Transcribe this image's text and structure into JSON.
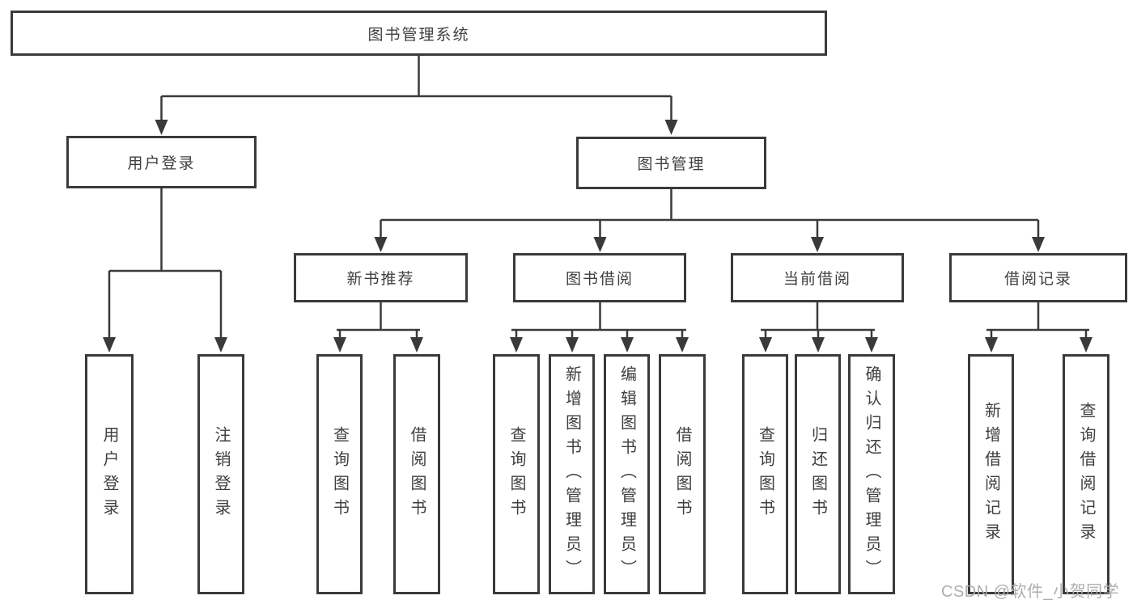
{
  "diagram_type": "hierarchy-tree",
  "colors": {
    "line": "#3a3a3a",
    "box_border": "#3a3a3a",
    "text": "#3f3f3f",
    "background": "#ffffff",
    "watermark": "#aaaaaa"
  },
  "tree": {
    "label": "图书管理系统",
    "children": [
      {
        "label": "用户登录",
        "children": [
          {
            "label": "用户登录"
          },
          {
            "label": "注销登录"
          }
        ]
      },
      {
        "label": "图书管理",
        "children": [
          {
            "label": "新书推荐",
            "children": [
              {
                "label": "查询图书"
              },
              {
                "label": "借阅图书"
              }
            ]
          },
          {
            "label": "图书借阅",
            "children": [
              {
                "label": "查询图书"
              },
              {
                "label": "新增图书（管理员）"
              },
              {
                "label": "编辑图书（管理员）"
              },
              {
                "label": "借阅图书"
              }
            ]
          },
          {
            "label": "当前借阅",
            "children": [
              {
                "label": "查询图书"
              },
              {
                "label": "归还图书"
              },
              {
                "label": "确认归还（管理员）"
              }
            ]
          },
          {
            "label": "借阅记录",
            "children": [
              {
                "label": "新增借阅记录"
              },
              {
                "label": "查询借阅记录"
              }
            ]
          }
        ]
      }
    ]
  },
  "watermark": {
    "text": "CSDN @软件_小贺同学"
  }
}
